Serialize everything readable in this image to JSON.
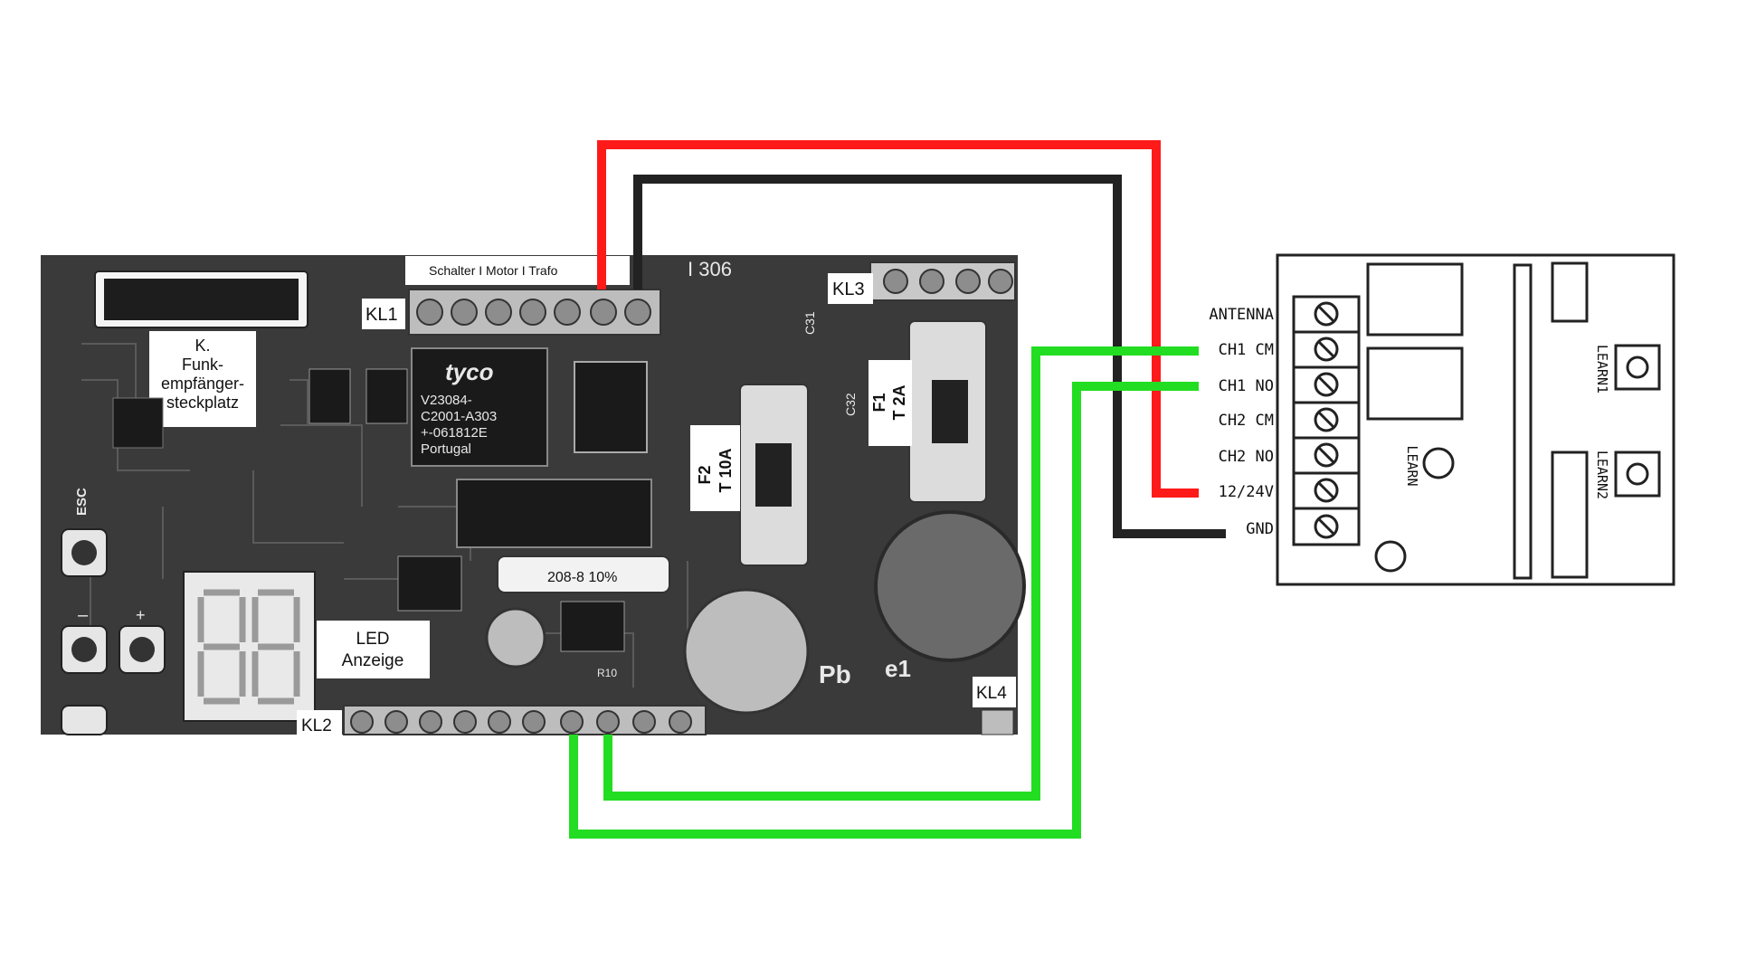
{
  "board": {
    "kl1_label": "KL1",
    "kl1_header": "Schalter I Motor I Trafo",
    "kl2_label": "KL2",
    "kl3_label": "KL3",
    "kl4_label": "KL4",
    "receiver_slot_label": [
      "K.",
      "Funk-",
      "empfänger-",
      "steckplatz"
    ],
    "led_label": [
      "LED",
      "Anzeige"
    ],
    "esc_label": "ESC",
    "minus_label": "–",
    "plus_label": "+",
    "relay_brand": "tyco",
    "relay_lines": [
      "V23084-",
      "C2001-A303",
      "+-061812E",
      "Portugal"
    ],
    "fuse_f2": [
      "F2",
      "T 10A"
    ],
    "fuse_f1": [
      "F1",
      "T 2A"
    ],
    "board_code": "I 306",
    "c31": "C31",
    "c32": "C32",
    "resistor_text": "208-8 10%",
    "cap_text": "R10",
    "lead_free": "Pb",
    "e1_mark": "e1"
  },
  "module": {
    "terminals": [
      "ANTENNA",
      "CH1 CM",
      "CH1 NO",
      "CH2 CM",
      "CH2 NO",
      "12/24V",
      "GND"
    ],
    "learn_center": "LEARN",
    "learn1": "LEARN1",
    "learn2": "LEARN2"
  },
  "wires": [
    {
      "from": "KL1",
      "to": "12/24V",
      "color": "#ff1a1a"
    },
    {
      "from": "KL1",
      "to": "GND",
      "color": "#222222"
    },
    {
      "from": "KL2",
      "to": "CH1 CM",
      "color": "#22dd22"
    },
    {
      "from": "KL2",
      "to": "CH1 NO",
      "color": "#22dd22"
    }
  ]
}
